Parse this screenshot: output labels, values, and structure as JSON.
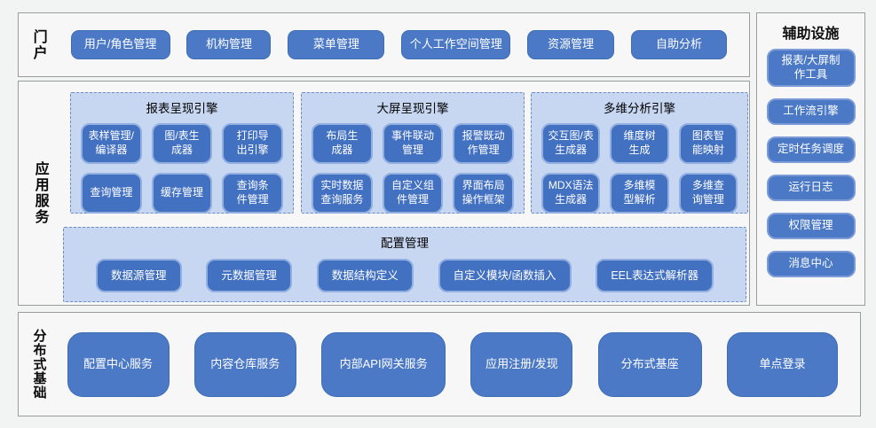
{
  "colors": {
    "block_blue": "#4B79C6",
    "block_border": "#3E6CB5",
    "inner_block_blue": "#4371C1",
    "inner_block_border": "#91AFE0",
    "group_fill": "#C7D6F1",
    "group_border": "#6D8DC0",
    "panel_border": "#9B9B9B"
  },
  "portal": {
    "label": "门户",
    "items": [
      "用户/角色管理",
      "机构管理",
      "菜单管理",
      "个人工作空间管理",
      "资源管理",
      "自助分析"
    ]
  },
  "app_services": {
    "label": "应用服务",
    "engines": [
      {
        "title": "报表呈现引擎",
        "items": [
          "表样管理/\n编译器",
          "图/表生\n成器",
          "打印导\n出引擎",
          "查询管理",
          "缓存管理",
          "查询条\n件管理"
        ]
      },
      {
        "title": "大屏呈现引擎",
        "items": [
          "布局生\n成器",
          "事件联动\n管理",
          "报警既动\n作管理",
          "实时数据\n查询服务",
          "自定义组\n件管理",
          "界面布局\n操作框架"
        ]
      },
      {
        "title": "多维分析引擎",
        "items": [
          "交互图/表\n生成器",
          "维度树\n生成",
          "图表智\n能映射",
          "MDX语法\n生成器",
          "多维模\n型解析",
          "多维查\n询管理"
        ]
      }
    ],
    "config": {
      "title": "配置管理",
      "items": [
        "数据源管理",
        "元数据管理",
        "数据结构定义",
        "自定义模块/函数插入",
        "EEL表达式解析器"
      ]
    }
  },
  "aux": {
    "title": "辅助设施",
    "items": [
      "报表/大屏制\n作工具",
      "工作流引擎",
      "定时任务调度",
      "运行日志",
      "权限管理",
      "消息中心"
    ]
  },
  "foundation": {
    "label": "分布式基础",
    "items": [
      "配置中心服务",
      "内容仓库服务",
      "内部API网关服务",
      "应用注册/发现",
      "分布式基座",
      "单点登录"
    ]
  }
}
